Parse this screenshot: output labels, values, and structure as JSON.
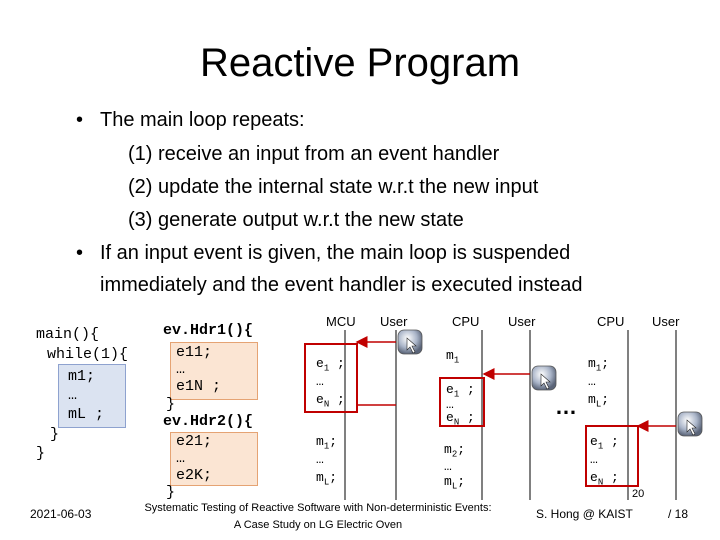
{
  "slide": {
    "title": "Reactive Program",
    "bullet1": "The main loop repeats:",
    "steps": [
      "(1)  receive an input from an event handler",
      "(2)  update the internal state w.r.t the new input",
      "(3)  generate output w.r.t the new state"
    ],
    "bullet2_line1": "If an input event is given, the main loop is suspended",
    "bullet2_line2": "immediately and the event handler is executed instead"
  },
  "code_main": {
    "line1": "main(){",
    "line2": "while(1){",
    "body": [
      "m1;",
      "…",
      "mL ;"
    ],
    "close_inner": "}",
    "close_outer": "}"
  },
  "code_handlers": {
    "h1_sig": "ev.Hdr1(){",
    "h1_body": [
      "e11;",
      "…",
      "e1N  ;"
    ],
    "h1_close": "}",
    "h2_sig": "ev.Hdr2(){",
    "h2_body": [
      "e21;",
      "…",
      "e2K;"
    ],
    "h2_close": "}"
  },
  "diagrams": [
    {
      "headers": [
        "MCU",
        "User"
      ],
      "top": [
        "e",
        "1",
        " ;",
        "…",
        "e",
        "N",
        " ;"
      ],
      "bottom": [
        "m",
        "1",
        ";",
        "…",
        "m",
        "L",
        ";"
      ]
    },
    {
      "headers": [
        "CPU",
        "User"
      ],
      "top_label": [
        "m",
        "1"
      ],
      "mid": [
        "e",
        "1",
        " ;",
        "…",
        "e",
        "N",
        " ;"
      ],
      "bottom": [
        "m",
        "2",
        ";",
        "…",
        "m",
        "L",
        ";"
      ]
    },
    {
      "headers": [
        "CPU",
        "User"
      ],
      "top": [
        "m",
        "1",
        ";",
        "…",
        "m",
        "L",
        ";"
      ],
      "bottom": [
        "e",
        "1",
        " ;",
        "…",
        "e",
        "N",
        " ;"
      ]
    }
  ],
  "ellipsis": "…",
  "footer": {
    "date": "2021-06-03",
    "caption_line1": "Systematic Testing of Reactive Software with Non-deterministic Events:",
    "caption_line2": "A Case Study on LG Electric Oven",
    "author": "S. Hong @ KAIST",
    "slide_num": "20",
    "total": "/ 18"
  },
  "colors": {
    "arrow_red": "#c00000",
    "blue_fill": "#dbe3f1",
    "orange_fill": "#fbe5d3"
  }
}
